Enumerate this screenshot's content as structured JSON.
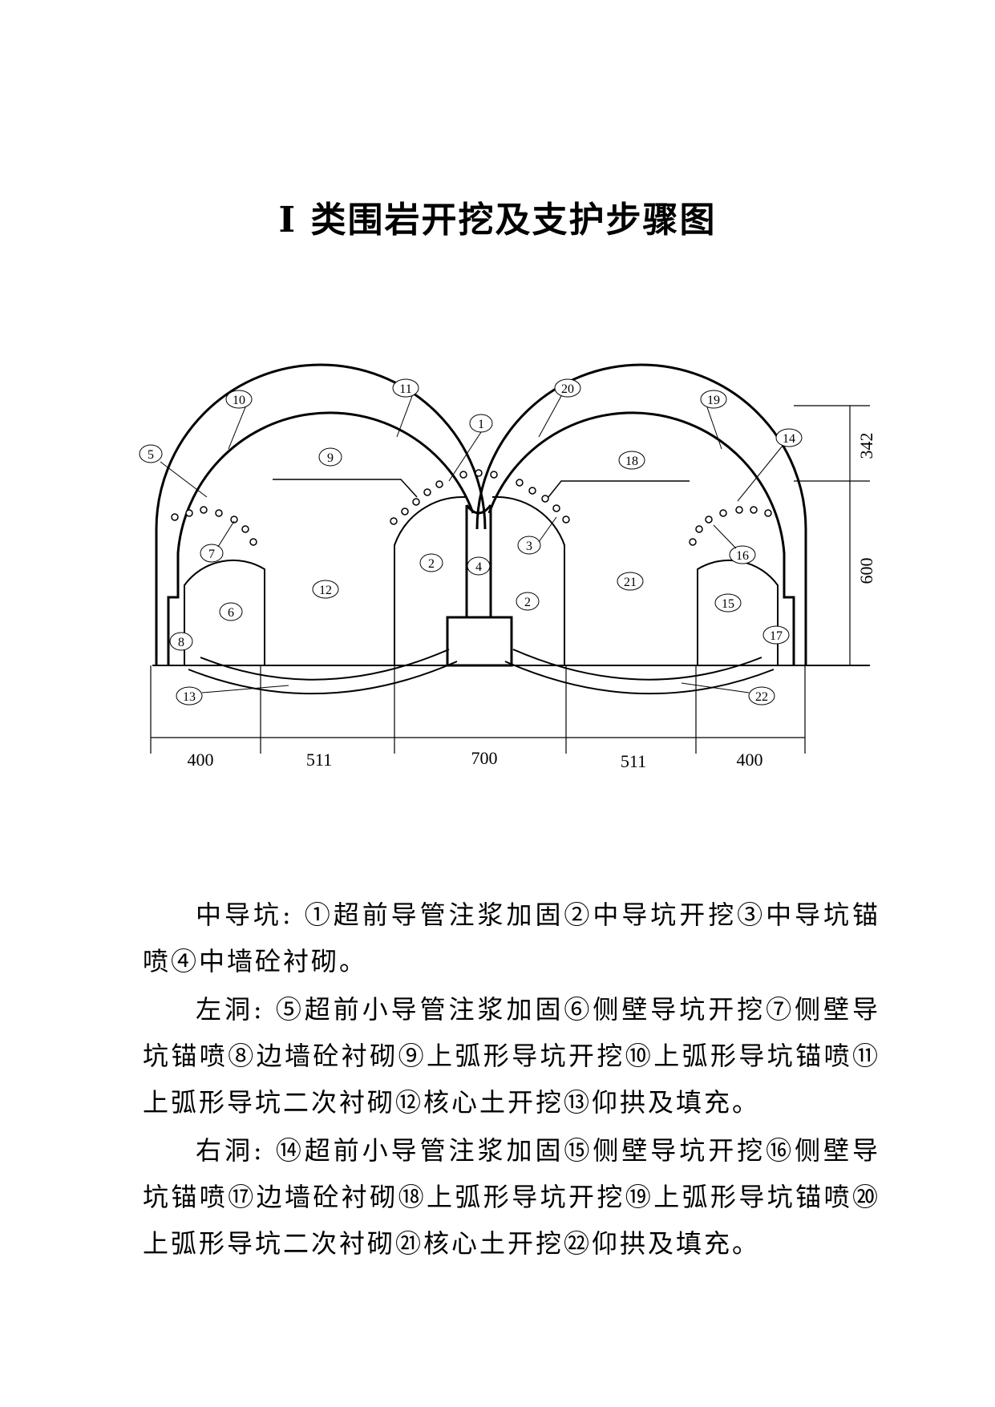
{
  "title": "I 类围岩开挖及支护步骤图",
  "diagram": {
    "dimensions": {
      "widths": [
        "400",
        "511",
        "700",
        "511",
        "400"
      ],
      "heights": [
        "342",
        "600"
      ]
    },
    "callouts": [
      "1",
      "2",
      "2",
      "3",
      "4",
      "5",
      "6",
      "7",
      "8",
      "9",
      "10",
      "11",
      "12",
      "13",
      "14",
      "15",
      "16",
      "17",
      "18",
      "19",
      "20",
      "21",
      "22"
    ]
  },
  "paragraphs": [
    "中导坑: ①超前导管注浆加固②中导坑开挖③中导坑锚喷④中墙砼衬砌。",
    "左洞: ⑤超前小导管注浆加固⑥侧壁导坑开挖⑦侧壁导坑锚喷⑧边墙砼衬砌⑨上弧形导坑开挖⑩上弧形导坑锚喷⑪上弧形导坑二次衬砌⑫核心土开挖⑬仰拱及填充。",
    "右洞: ⑭超前小导管注浆加固⑮侧壁导坑开挖⑯侧壁导坑锚喷⑰边墙砼衬砌⑱上弧形导坑开挖⑲上弧形导坑锚喷⑳上弧形导坑二次衬砌㉑核心土开挖㉒仰拱及填充。"
  ]
}
